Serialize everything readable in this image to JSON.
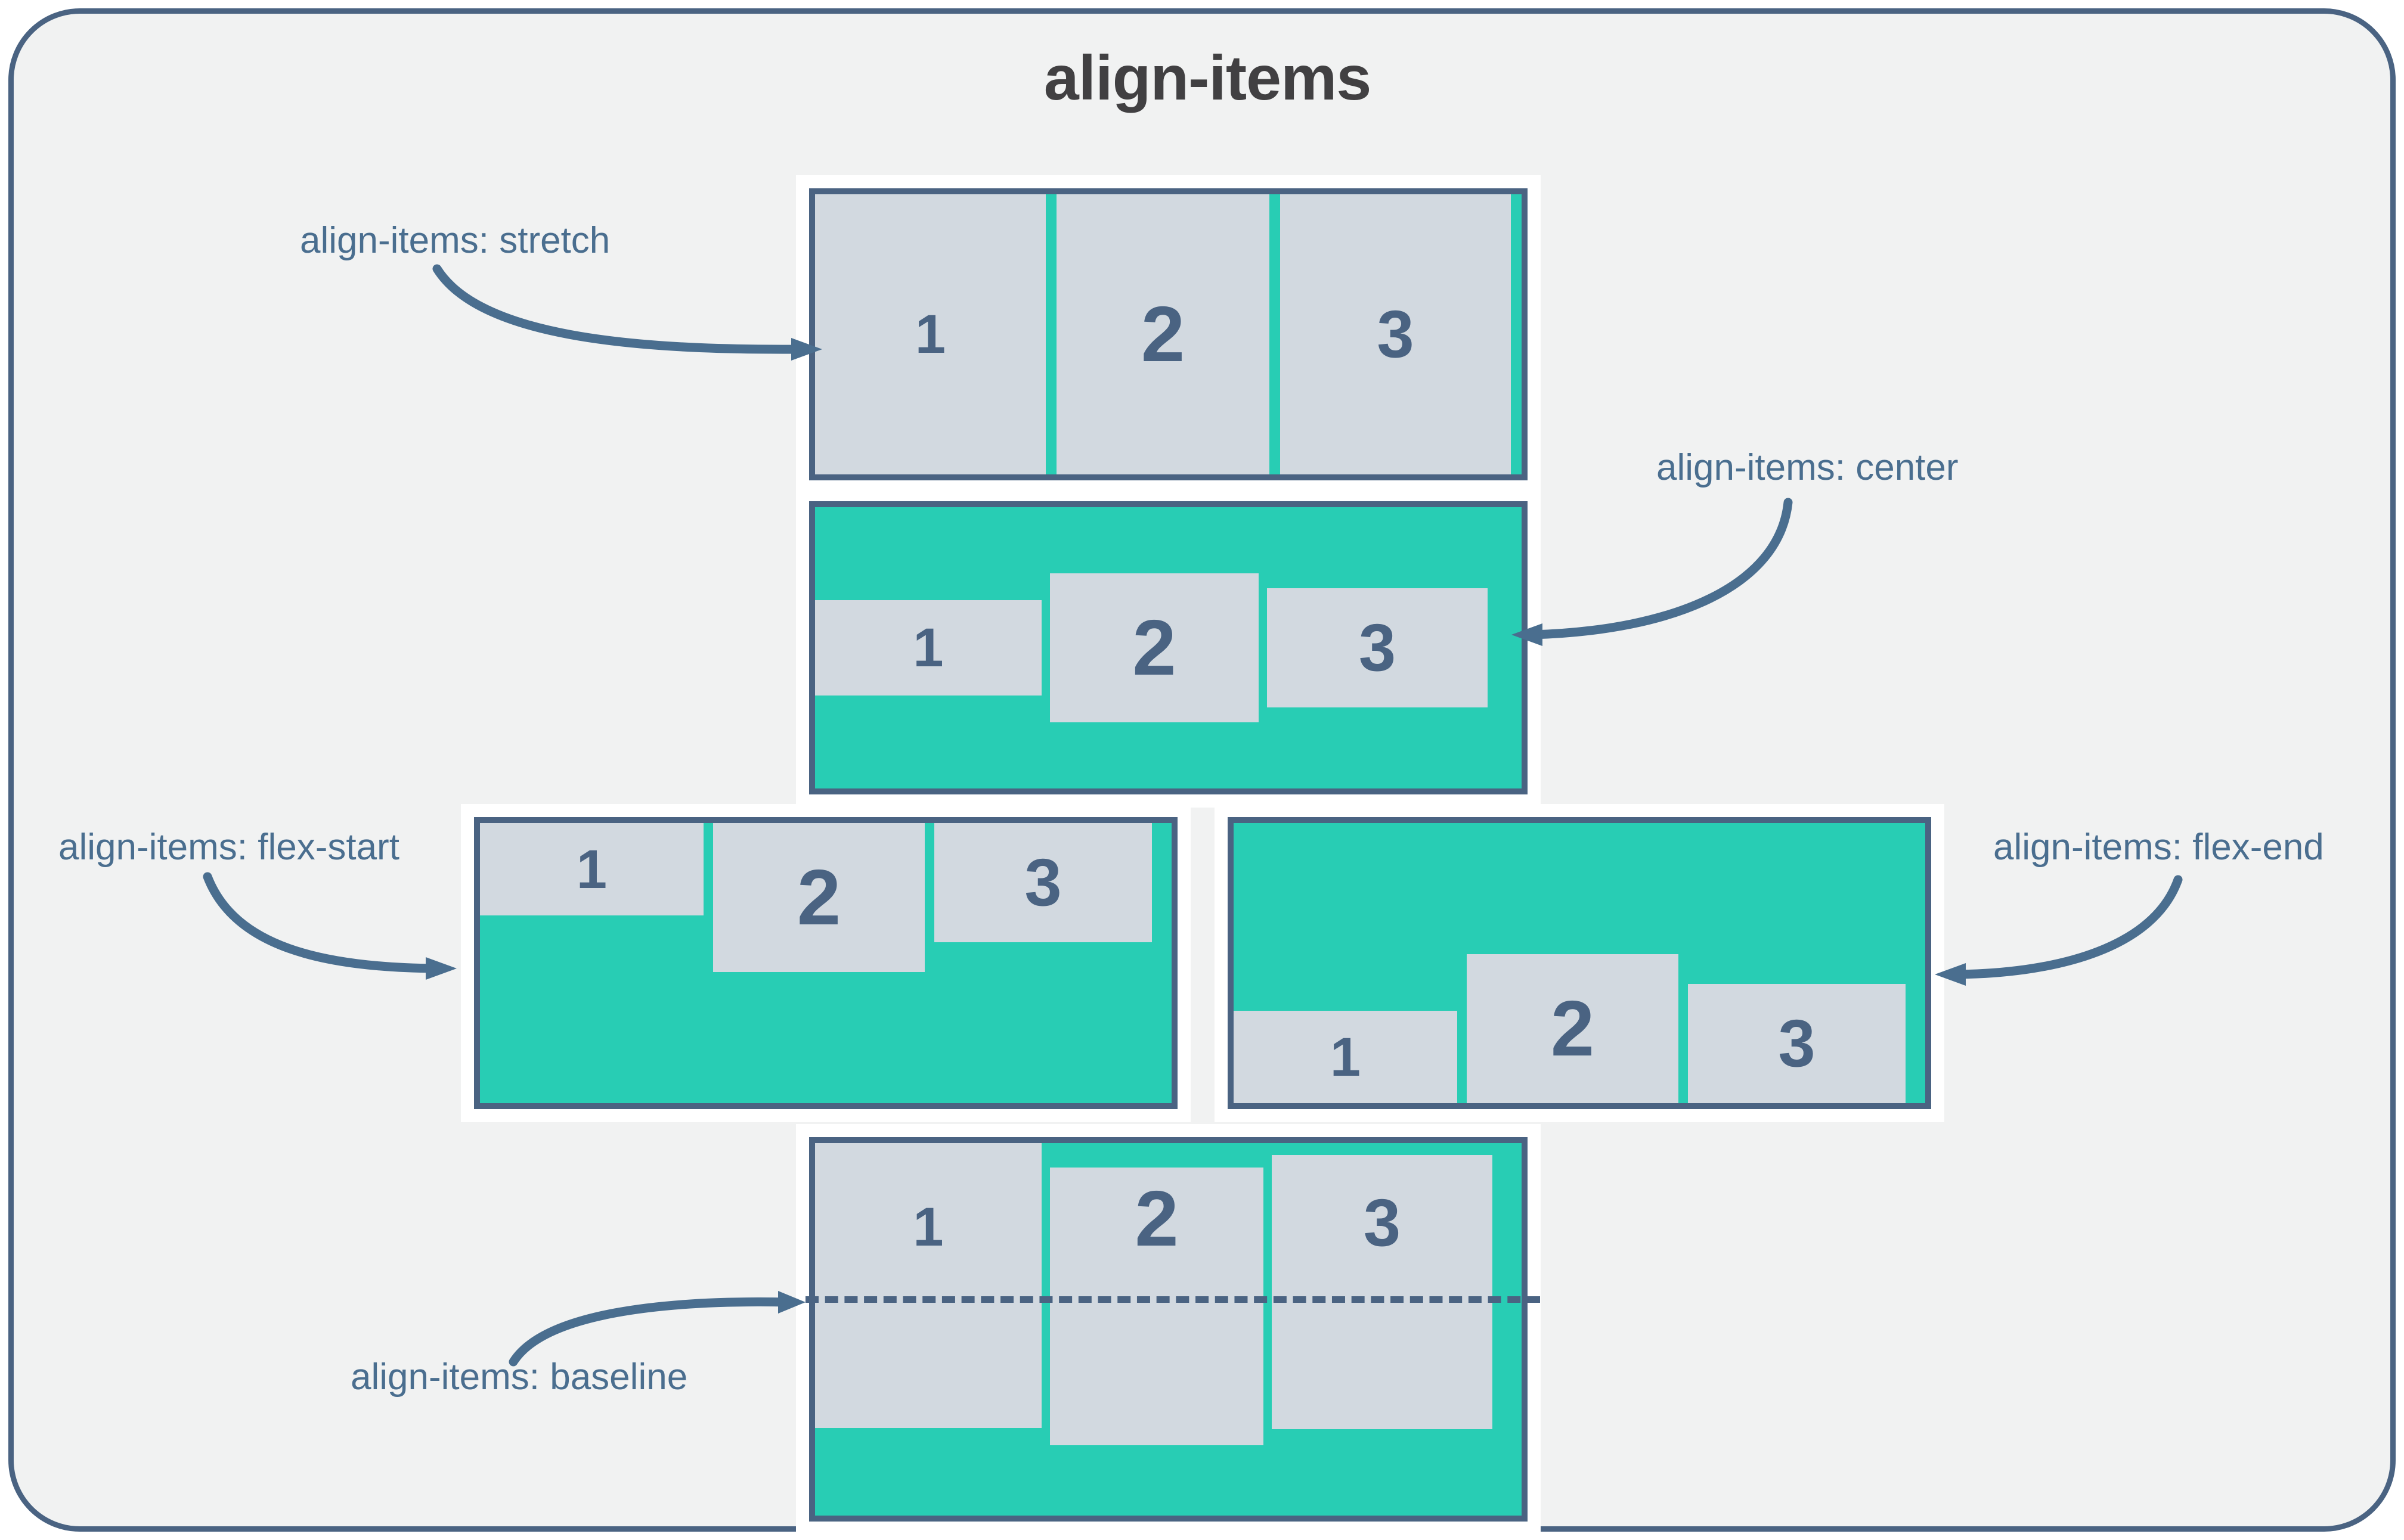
{
  "title": "align-items",
  "colors": {
    "frame_border": "#4a6382",
    "page_background": "#f1f2f2",
    "container_fill": "#28cdb4",
    "item_fill": "#d2d9e0",
    "item_text": "#4a6382",
    "label_text": "#4a6e8f",
    "title_text": "#414042",
    "arrow": "#4a6e8f",
    "baseline_rule": "#4a6382"
  },
  "items": {
    "one": "1",
    "two": "2",
    "three": "3"
  },
  "demos": [
    {
      "id": "stretch",
      "label": "align-items: stretch",
      "value": "stretch"
    },
    {
      "id": "center",
      "label": "align-items: center",
      "value": "center"
    },
    {
      "id": "flex-start",
      "label": "align-items: flex-start",
      "value": "flex-start"
    },
    {
      "id": "flex-end",
      "label": "align-items: flex-end",
      "value": "flex-end"
    },
    {
      "id": "baseline",
      "label": "align-items: baseline",
      "value": "baseline"
    }
  ]
}
